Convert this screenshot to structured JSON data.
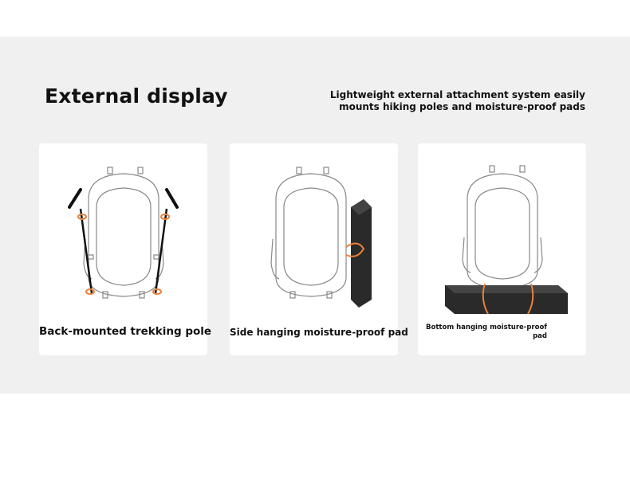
{
  "header": {
    "title": "External display",
    "subtitle": "Lightweight external attachment system easily mounts hiking poles and moisture-proof pads"
  },
  "cards": [
    {
      "caption": "Back-mounted trekking pole",
      "icon": "backpack-with-trekking-poles"
    },
    {
      "caption": "Side hanging moisture-proof pad",
      "icon": "backpack-with-side-pad"
    },
    {
      "caption": "Bottom hanging moisture-proof pad",
      "icon": "backpack-with-bottom-pad"
    }
  ],
  "colors": {
    "band": "#f0f0f0",
    "card": "#ffffff",
    "strap": "#e8823a",
    "pad": "#2a2a2a"
  }
}
